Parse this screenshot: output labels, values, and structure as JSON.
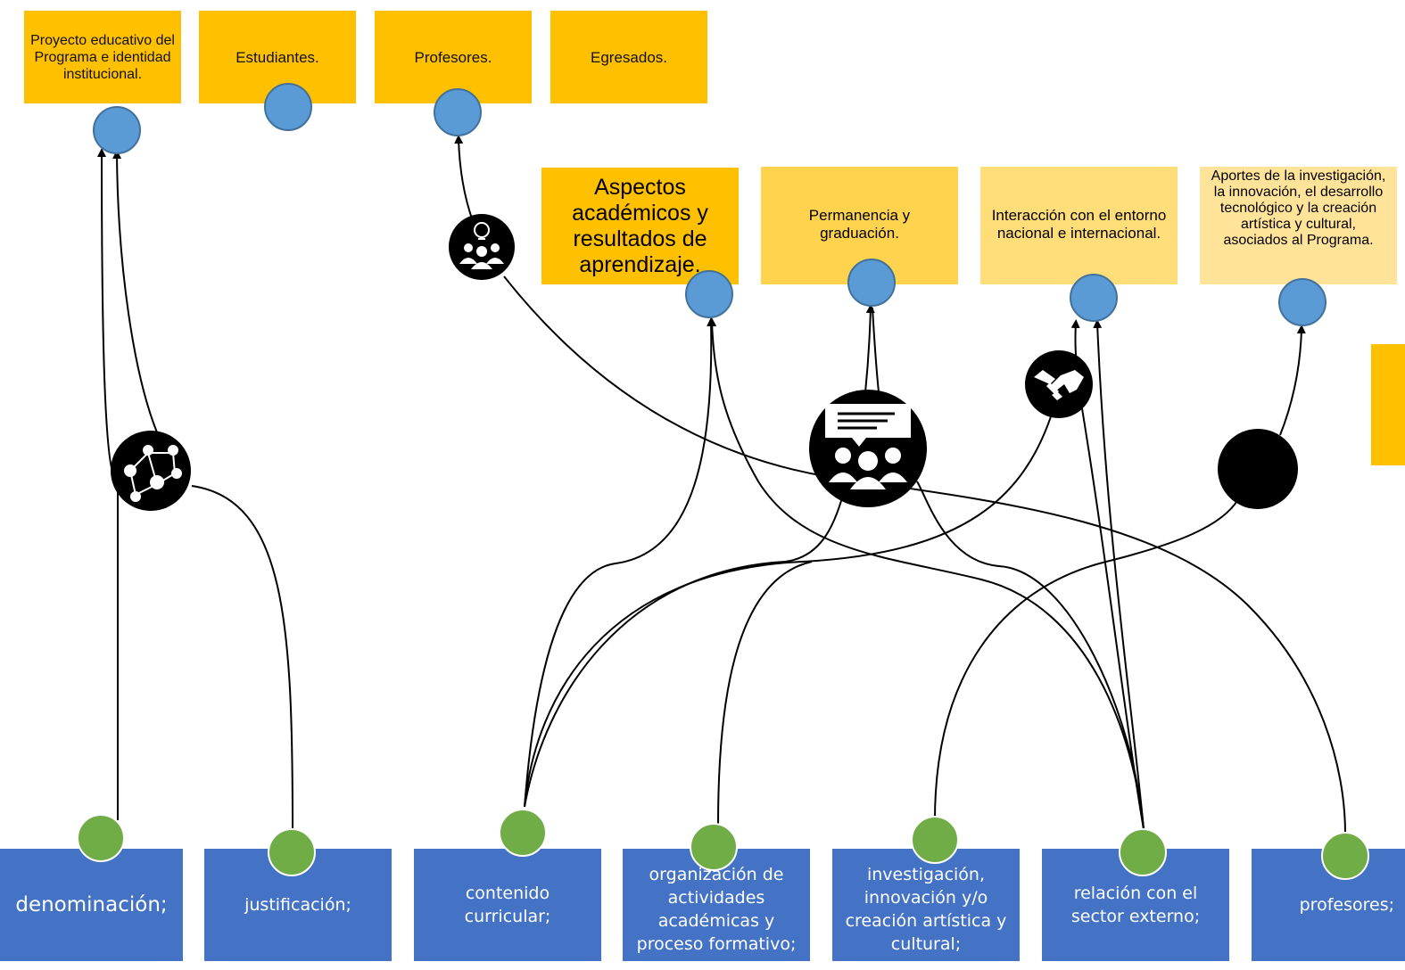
{
  "top_boxes": [
    {
      "id": "proyecto",
      "text": "Proyecto educativo del Programa e identidad institucional."
    },
    {
      "id": "estudiantes",
      "text": "Estudiantes."
    },
    {
      "id": "profesores",
      "text": "Profesores."
    },
    {
      "id": "egresados",
      "text": "Egresados."
    }
  ],
  "middle_boxes": [
    {
      "id": "aspectos",
      "text": "Aspectos académicos y resultados de aprendizaje."
    },
    {
      "id": "permanencia",
      "text": "Permanencia y graduación."
    },
    {
      "id": "interaccion",
      "text": "Interacción con el entorno nacional e internacional."
    },
    {
      "id": "aportes",
      "text": "Aportes de la investigación, la innovación, el desarrollo tecnológico y la creación artística y cultural, asociados al Programa."
    }
  ],
  "bottom_boxes": [
    {
      "id": "denominacion",
      "text": "denominación;"
    },
    {
      "id": "justificacion",
      "text": "justificación;"
    },
    {
      "id": "contenido",
      "text": "contenido curricular;"
    },
    {
      "id": "organizacion",
      "text": "organización de actividades académicas y proceso formativo;"
    },
    {
      "id": "investigacion",
      "text": "investigación, innovación y/o creación artística y cultural;"
    },
    {
      "id": "relacion",
      "text": "relación con el sector externo;"
    },
    {
      "id": "profesores_b",
      "text": "profesores;"
    }
  ],
  "icons": {
    "network": "network-people-icon",
    "idea": "idea-team-icon",
    "meeting": "meeting-chat-icon",
    "handshake": "handshake-icon",
    "blank": "black-circle-icon"
  },
  "colors": {
    "top_fill": "#ffc000",
    "bottom_fill": "#4472c4",
    "blue_node": "#5b9bd5",
    "green_node": "#70ad47",
    "wire": "#000000"
  }
}
